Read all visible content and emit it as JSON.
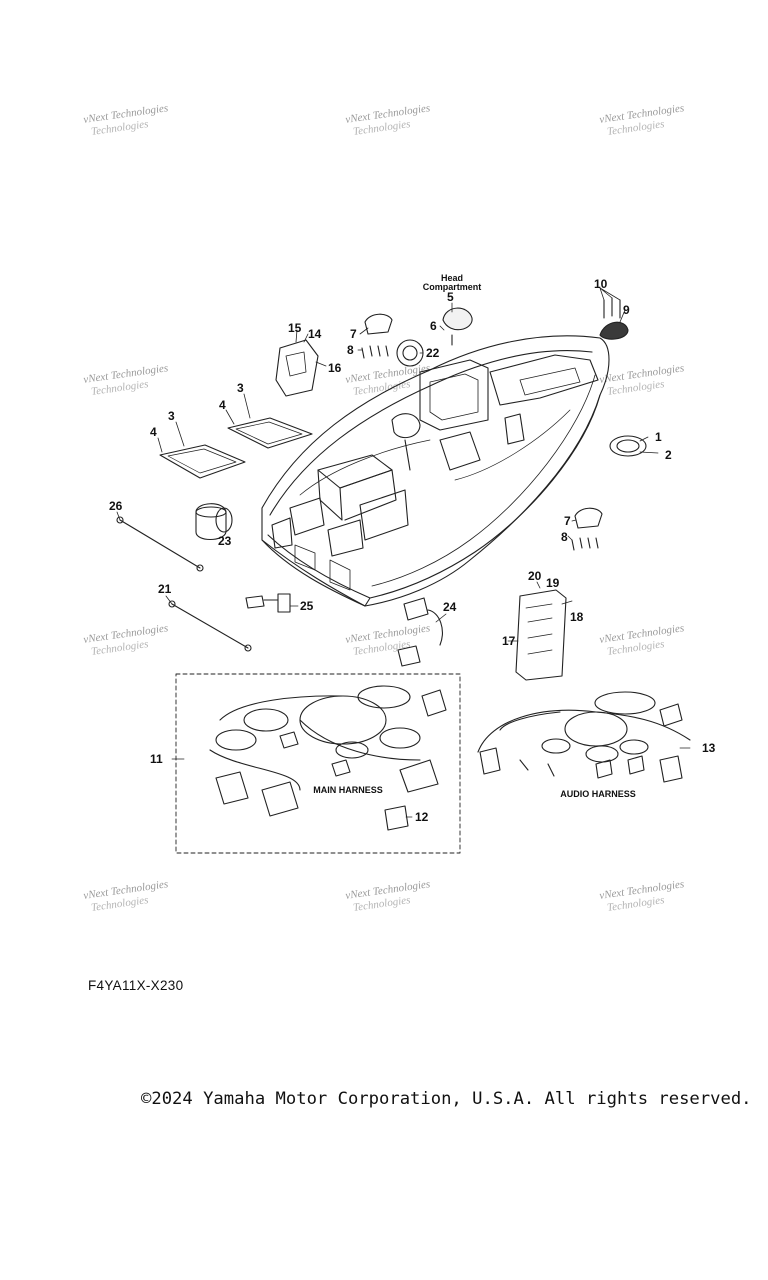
{
  "watermark": {
    "line1": "vNext Technologies",
    "line2": "Technologies"
  },
  "labels": {
    "head_compartment_l1": "Head",
    "head_compartment_l2": "Compartment",
    "main_harness": "MAIN HARNESS",
    "audio_harness": "AUDIO HARNESS"
  },
  "callouts": {
    "c1": "1",
    "c2": "2",
    "c3a": "3",
    "c3b": "3",
    "c4a": "4",
    "c4b": "4",
    "c5": "5",
    "c6": "6",
    "c7a": "7",
    "c7b": "7",
    "c8a": "8",
    "c8b": "8",
    "c9": "9",
    "c10": "10",
    "c11": "11",
    "c12": "12",
    "c13": "13",
    "c14": "14",
    "c15": "15",
    "c16": "16",
    "c17": "17",
    "c18": "18",
    "c19": "19",
    "c20": "20",
    "c21": "21",
    "c22": "22",
    "c23": "23",
    "c24": "24",
    "c25": "25",
    "c26": "26"
  },
  "diagram_code": "F4YA11X-X230",
  "copyright": "©2024 Yamaha Motor Corporation, U.S.A. All rights reserved."
}
